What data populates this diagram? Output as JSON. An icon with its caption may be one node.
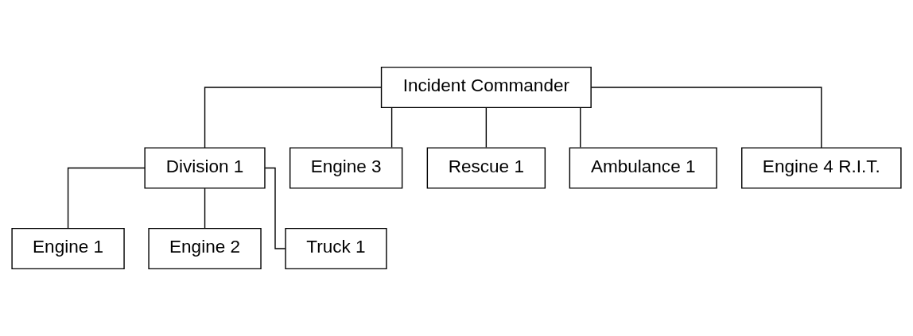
{
  "diagram": {
    "nodes": [
      {
        "text": [
          "Incident Commander"
        ]
      },
      {
        "text": [
          "Division 1"
        ]
      },
      {
        "text": [
          "Engine 3"
        ]
      },
      {
        "text": [
          "Rescue 1"
        ]
      },
      {
        "text": [
          "Ambulance 1"
        ]
      },
      {
        "text": [
          "Engine 4 R.I.T."
        ]
      },
      {
        "text": [
          "Engine 1"
        ]
      },
      {
        "text": [
          "Engine 2"
        ]
      },
      {
        "text": [
          "Truck 1"
        ]
      }
    ],
    "edges": [
      {
        "from": 0,
        "to": 1,
        "arrow": "none"
      },
      {
        "from": 0,
        "to": 2,
        "arrow": "none"
      },
      {
        "from": 0,
        "to": 3,
        "arrow": "none"
      },
      {
        "from": 0,
        "to": 4,
        "arrow": "none"
      },
      {
        "from": 0,
        "to": 5,
        "arrow": "none"
      },
      {
        "from": 1,
        "to": 6,
        "arrow": "none"
      },
      {
        "from": 1,
        "to": 7,
        "arrow": "none"
      },
      {
        "from": 1,
        "to": 8,
        "arrow": "none"
      }
    ]
  }
}
